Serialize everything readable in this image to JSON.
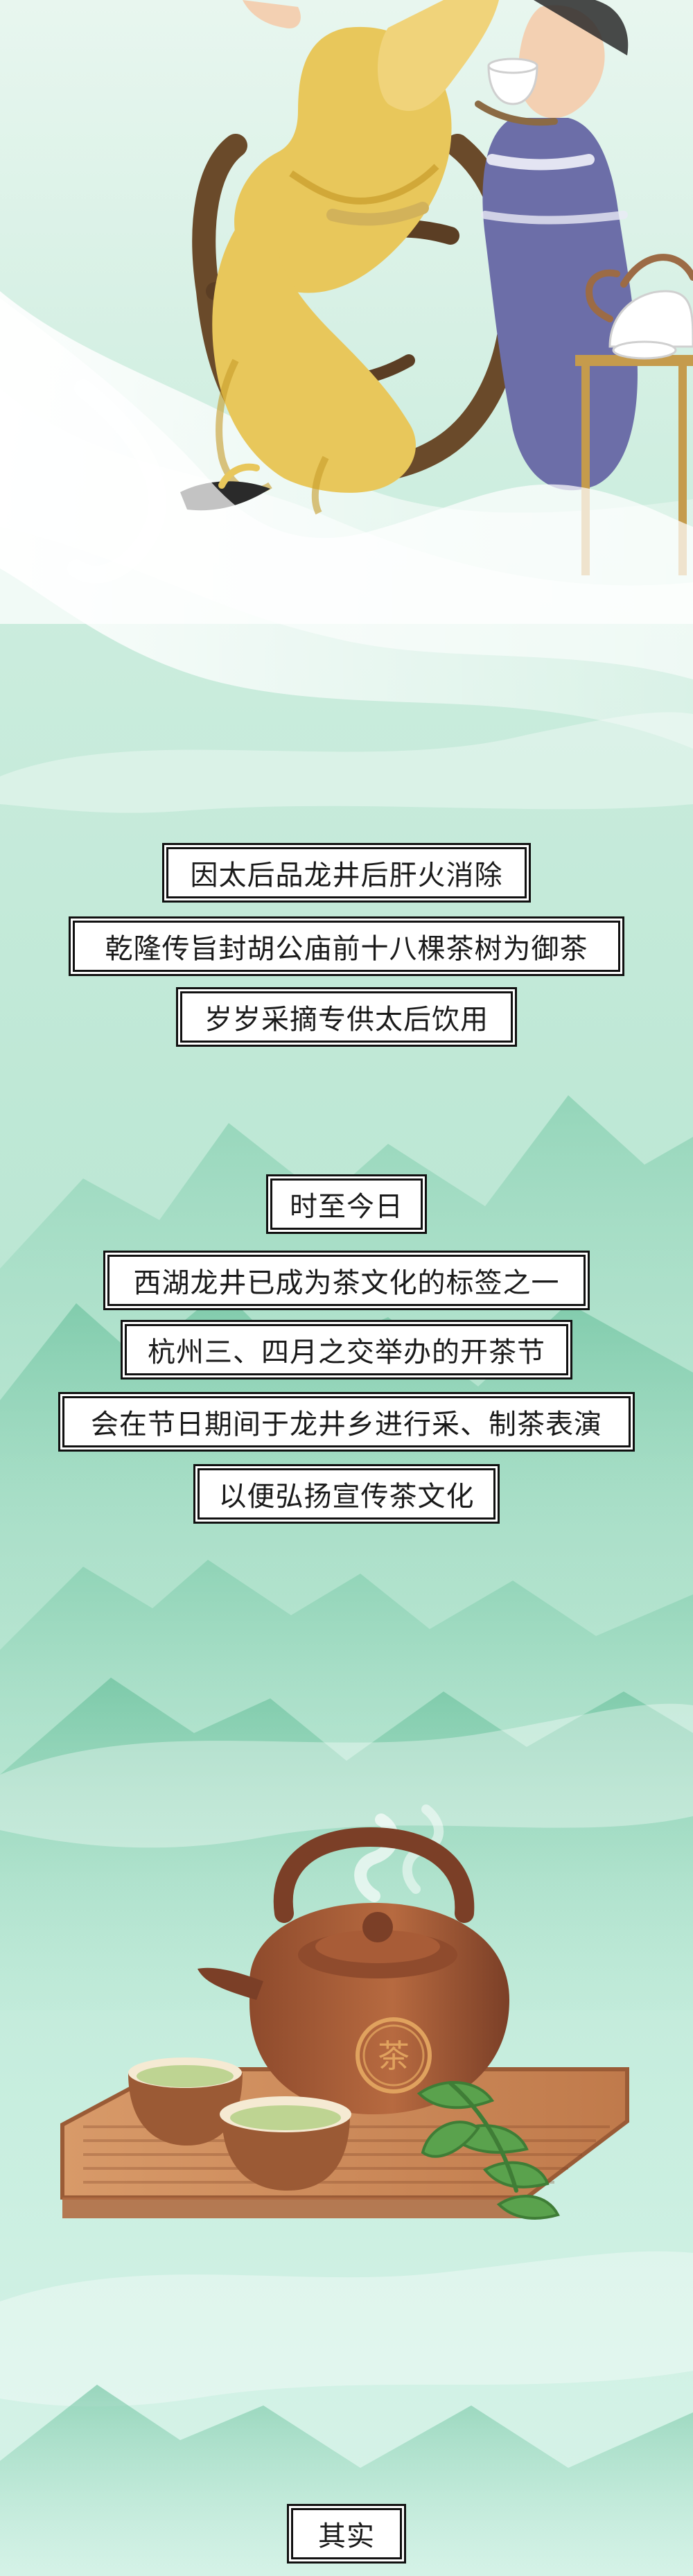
{
  "captions": {
    "c1": "因太后品龙井后肝火消除",
    "c2": "乾隆传旨封胡公庙前十八棵茶树为御茶",
    "c3": "岁岁采摘专供太后饮用",
    "c4": "时至今日",
    "c5": "西湖龙井已成为茶文化的标签之一",
    "c6": "杭州三、四月之交举办的开茶节",
    "c7": "会在节日期间于龙井乡进行采、制茶表演",
    "c8": "以便弘扬宣传茶文化",
    "c9": "其实"
  },
  "teapot": {
    "emblem": "茶"
  },
  "icons": {
    "teapot": "teapot-icon",
    "cups": "tea-cup-icon",
    "leaves": "tea-leaf-icon"
  },
  "colors": {
    "caption_bg": "#ffffff",
    "caption_border": "#111111",
    "mint_light": "#e8f6ef",
    "mint": "#bfe8d6",
    "mountain": "#8fd3b6",
    "yellow_robe": "#e8c75b",
    "blue_robe": "#6c6ea8",
    "teapot_brown": "#a75c36",
    "tray": "#d18c5b",
    "leaf_green": "#5aa24d"
  }
}
